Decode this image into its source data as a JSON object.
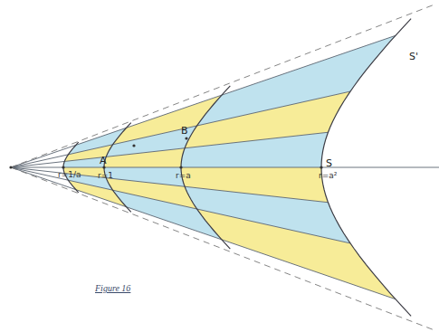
{
  "diagram": {
    "caption": "Figure 16",
    "labels": [
      "r=1/a",
      "r=1",
      "r=a",
      "r=a²",
      "A",
      "B",
      "S",
      "S'"
    ]
  }
}
